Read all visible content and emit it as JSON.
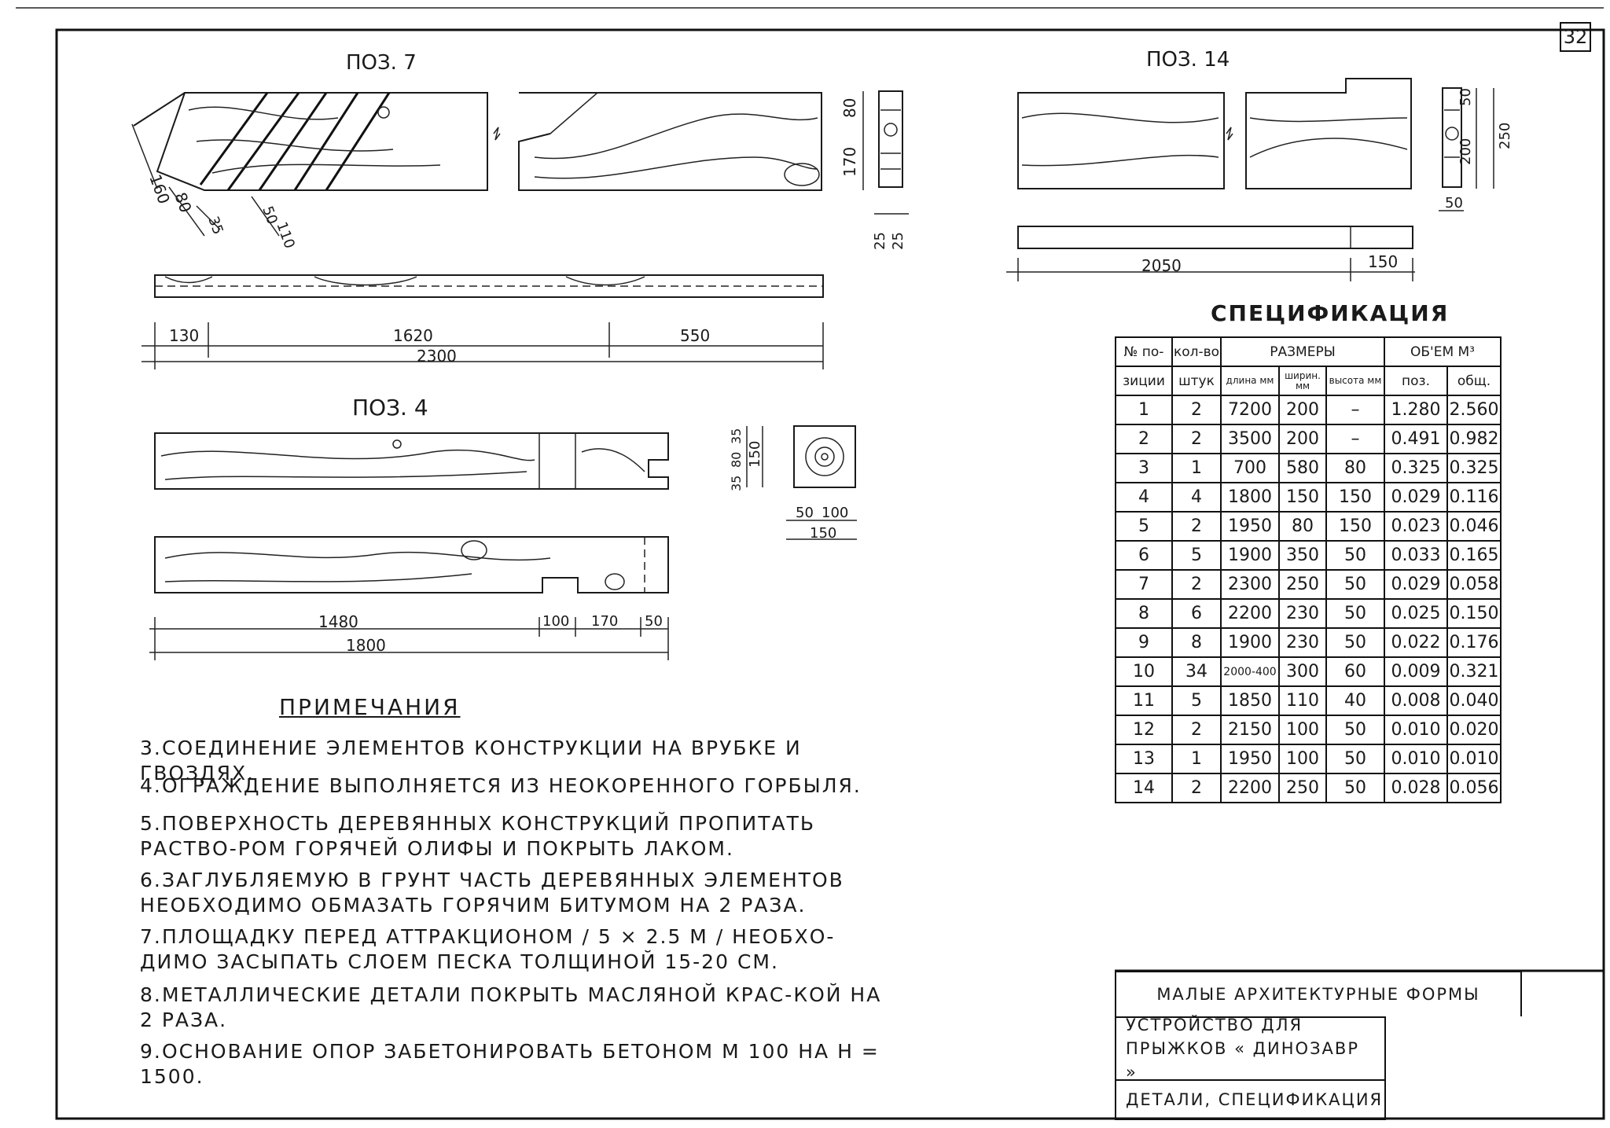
{
  "sheet_number": "32",
  "drawings": {
    "poz7": {
      "title": "ПОЗ. 7",
      "dims": {
        "d160": "160",
        "d80": "80",
        "d35": "35",
        "d50": "50",
        "d110": "110",
        "h80": "80",
        "h170": "170",
        "w25a": "25",
        "w25b": "25",
        "l130": "130",
        "l1620": "1620",
        "l550": "550",
        "l2300": "2300"
      }
    },
    "poz14": {
      "title": "ПОЗ. 14",
      "dims": {
        "h50": "50",
        "h200": "200",
        "h250": "250",
        "w50": "50",
        "l2050": "2050",
        "l150": "150"
      }
    },
    "poz4": {
      "title": "ПОЗ. 4",
      "dims": {
        "h35a": "35",
        "h80": "80",
        "h35b": "35",
        "h150": "150",
        "w50": "50",
        "w100": "100",
        "w150": "150",
        "l1480": "1480",
        "l100": "100",
        "l170": "170",
        "l50": "50",
        "l1800": "1800"
      }
    }
  },
  "notes": {
    "title": "ПРИМЕЧАНИЯ",
    "items": [
      {
        "num": "3.",
        "text": "Соединение элементов конструкции на врубке и гвоздях."
      },
      {
        "num": "4.",
        "text": "Ограждение выполняется из неокоренного горбыля."
      },
      {
        "num": "5.",
        "text": "Поверхность деревянных конструкций пропитать раство-ром горячей олифы и покрыть лаком."
      },
      {
        "num": "6.",
        "text": "Заглубляемую в грунт часть деревянных элементов необходимо обмазать горячим битумом на 2 раза."
      },
      {
        "num": "7.",
        "text": "Площадку перед аттракционом / 5 × 2.5 м / необхо-димо засыпать слоем песка толщиной 15-20 см."
      },
      {
        "num": "8.",
        "text": "Металлические детали покрыть масляной крас-кой на 2 раза."
      },
      {
        "num": "9.",
        "text": "Основание опор забетонировать бетоном М 100 на h = 1500."
      }
    ]
  },
  "spec": {
    "title": "СПЕЦИФИКАЦИЯ",
    "headers": {
      "pos_top": "№ по-",
      "pos_bottom": "зиции",
      "qty_top": "кол-во",
      "qty_bottom": "штук",
      "sizes": "РАЗМЕРЫ",
      "length": "длина мм",
      "width": "ширин. мм",
      "height": "высота мм",
      "volume": "ОБ'ЕМ М³",
      "vol_pos": "поз.",
      "vol_total": "общ."
    },
    "rows": [
      [
        "1",
        "2",
        "7200",
        "200",
        "–",
        "1.280",
        "2.560"
      ],
      [
        "2",
        "2",
        "3500",
        "200",
        "–",
        "0.491",
        "0.982"
      ],
      [
        "3",
        "1",
        "700",
        "580",
        "80",
        "0.325",
        "0.325"
      ],
      [
        "4",
        "4",
        "1800",
        "150",
        "150",
        "0.029",
        "0.116"
      ],
      [
        "5",
        "2",
        "1950",
        "80",
        "150",
        "0.023",
        "0.046"
      ],
      [
        "6",
        "5",
        "1900",
        "350",
        "50",
        "0.033",
        "0.165"
      ],
      [
        "7",
        "2",
        "2300",
        "250",
        "50",
        "0.029",
        "0.058"
      ],
      [
        "8",
        "6",
        "2200",
        "230",
        "50",
        "0.025",
        "0.150"
      ],
      [
        "9",
        "8",
        "1900",
        "230",
        "50",
        "0.022",
        "0.176"
      ],
      [
        "10",
        "34",
        "2000-400",
        "300",
        "60",
        "0.009",
        "0.321"
      ],
      [
        "11",
        "5",
        "1850",
        "110",
        "40",
        "0.008",
        "0.040"
      ],
      [
        "12",
        "2",
        "2150",
        "100",
        "50",
        "0.010",
        "0.020"
      ],
      [
        "13",
        "1",
        "1950",
        "100",
        "50",
        "0.010",
        "0.010"
      ],
      [
        "14",
        "2",
        "2200",
        "250",
        "50",
        "0.028",
        "0.056"
      ]
    ]
  },
  "title_block": {
    "project": "МАЛЫЕ АРХИТЕКТУРНЫЕ ФОРМЫ",
    "object": "Устройство для прыжков « Динозавр »",
    "sheet": "Детали, спецификация"
  }
}
